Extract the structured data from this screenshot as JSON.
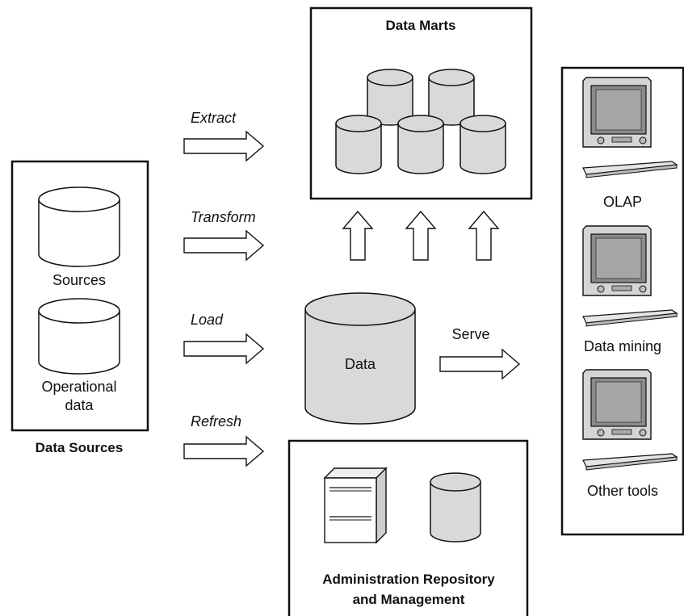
{
  "data_sources": {
    "title": "Data Sources",
    "sources_label": "Sources",
    "operational_label_line1": "Operational",
    "operational_label_line2": "data"
  },
  "etl": {
    "extract": "Extract",
    "transform": "Transform",
    "load": "Load",
    "refresh": "Refresh"
  },
  "data_marts": {
    "title": "Data Marts"
  },
  "warehouse": {
    "label": "Data"
  },
  "serve": {
    "label": "Serve"
  },
  "admin": {
    "title_line1": "Administration Repository",
    "title_line2": "and Management"
  },
  "tools": {
    "olap": "OLAP",
    "data_mining": "Data mining",
    "other": "Other tools"
  }
}
